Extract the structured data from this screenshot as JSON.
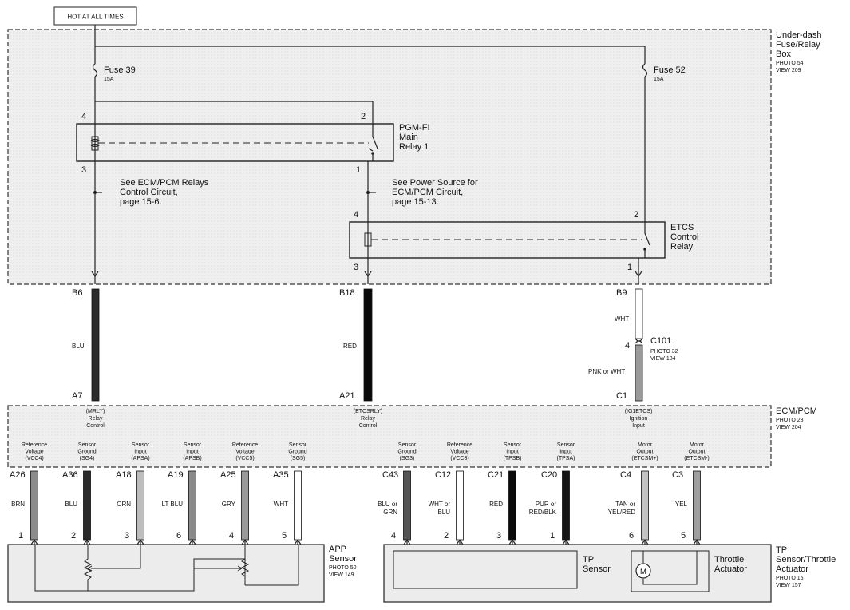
{
  "header": {
    "hot_label": "HOT AT ALL TIMES"
  },
  "fuse_box": {
    "title_lines": [
      "Under-dash",
      "Fuse/Relay",
      "Box"
    ],
    "photo": "PHOTO 54",
    "view": "VIEW 209"
  },
  "fuse39": {
    "name": "Fuse 39",
    "rating": "15A"
  },
  "fuse52": {
    "name": "Fuse 52",
    "rating": "15A"
  },
  "relay1": {
    "name_lines": [
      "PGM-FI",
      "Main",
      "Relay 1"
    ],
    "pins": {
      "top_left": "4",
      "top_right": "2",
      "bottom_left": "3",
      "bottom_right": "1"
    }
  },
  "etcs_relay": {
    "name_lines": [
      "ETCS",
      "Control",
      "Relay"
    ],
    "pins": {
      "top_left": "4",
      "top_right": "2",
      "bottom_left": "3",
      "bottom_right": "1"
    }
  },
  "notes": {
    "relays_ref": [
      "See ECM/PCM Relays",
      "Control Circuit,",
      "page 15-6."
    ],
    "power_ref": [
      "See Power Source for",
      "ECM/PCM Circuit,",
      "page 15-13."
    ]
  },
  "upper_wires": [
    {
      "top_pin": "B6",
      "color": "BLU",
      "bottom_pin": "A7",
      "fill": "#2b2b2b"
    },
    {
      "top_pin": "B18",
      "color": "RED",
      "bottom_pin": "A21",
      "fill": "#0a0a0a"
    },
    {
      "top_pin": "B9",
      "color": "WHT",
      "bottom_pin": "C1",
      "fill": "#ffffff",
      "lower_color": "PNK or WHT",
      "lower_fill": "#9a9a9a"
    }
  ],
  "c101": {
    "name": "C101",
    "pin": "4",
    "photo": "PHOTO 32",
    "view": "VIEW 184"
  },
  "ecm": {
    "title": "ECM/PCM",
    "photo": "PHOTO 28",
    "view": "VIEW 204",
    "top_labels": [
      {
        "lines": [
          "(MRLY)",
          "Relay",
          "Control"
        ]
      },
      {
        "lines": [
          "(ETCSRLY)",
          "Relay",
          "Control"
        ]
      },
      {
        "lines": [
          "(IG1ETCS)",
          "Ignition",
          "Input"
        ]
      }
    ],
    "bottom_labels": [
      {
        "lines": [
          "Reference",
          "Voltage",
          "(VCC4)"
        ]
      },
      {
        "lines": [
          "Sensor",
          "Ground",
          "(SG4)"
        ]
      },
      {
        "lines": [
          "Sensor",
          "Input",
          "(APSA)"
        ]
      },
      {
        "lines": [
          "Sensor",
          "Input",
          "(APSB)"
        ]
      },
      {
        "lines": [
          "Reference",
          "Voltage",
          "(VCC5)"
        ]
      },
      {
        "lines": [
          "Sensor",
          "Ground",
          "(SG5)"
        ]
      },
      {
        "lines": [
          "Sensor",
          "Ground",
          "(SG3)"
        ]
      },
      {
        "lines": [
          "Reference",
          "Voltage",
          "(VCC3)"
        ]
      },
      {
        "lines": [
          "Sensor",
          "Input",
          "(TPSB)"
        ]
      },
      {
        "lines": [
          "Sensor",
          "Input",
          "(TPSA)"
        ]
      },
      {
        "lines": [
          "Motor",
          "Output",
          "(ETCSM+)"
        ]
      },
      {
        "lines": [
          "Motor",
          "Output",
          "(ETCSM-)"
        ]
      }
    ]
  },
  "lower_wires": [
    {
      "ecm_pin": "A26",
      "color_lines": [
        "BRN"
      ],
      "dev_pin": "1",
      "fill": "#8c8c8c"
    },
    {
      "ecm_pin": "A36",
      "color_lines": [
        "BLU"
      ],
      "dev_pin": "2",
      "fill": "#2b2b2b"
    },
    {
      "ecm_pin": "A18",
      "color_lines": [
        "ORN"
      ],
      "dev_pin": "3",
      "fill": "#bdbdbd"
    },
    {
      "ecm_pin": "A19",
      "color_lines": [
        "LT BLU"
      ],
      "dev_pin": "6",
      "fill": "#8a8a8a"
    },
    {
      "ecm_pin": "A25",
      "color_lines": [
        "GRY"
      ],
      "dev_pin": "4",
      "fill": "#9a9a9a"
    },
    {
      "ecm_pin": "A35",
      "color_lines": [
        "WHT"
      ],
      "dev_pin": "5",
      "fill": "#ffffff"
    },
    {
      "ecm_pin": "C43",
      "color_lines": [
        "BLU or",
        "GRN"
      ],
      "dev_pin": "4",
      "fill": "#555555"
    },
    {
      "ecm_pin": "C12",
      "color_lines": [
        "WHT or",
        "BLU"
      ],
      "dev_pin": "2",
      "fill": "#ffffff"
    },
    {
      "ecm_pin": "C21",
      "color_lines": [
        "RED"
      ],
      "dev_pin": "3",
      "fill": "#0a0a0a"
    },
    {
      "ecm_pin": "C20",
      "color_lines": [
        "PUR or",
        "RED/BLK"
      ],
      "dev_pin": "1",
      "fill": "#151515"
    },
    {
      "ecm_pin": "C4",
      "color_lines": [
        "TAN or",
        "YEL/RED"
      ],
      "dev_pin": "6",
      "fill": "#c4c4c4"
    },
    {
      "ecm_pin": "C3",
      "color_lines": [
        "YEL"
      ],
      "dev_pin": "5",
      "fill": "#9e9e9e"
    }
  ],
  "app_sensor": {
    "name_lines": [
      "APP",
      "Sensor"
    ],
    "photo": "PHOTO 50",
    "view": "VIEW 149"
  },
  "tp_sensor": {
    "name_lines": [
      "TP",
      "Sensor"
    ]
  },
  "throttle_actuator": {
    "name_lines": [
      "Throttle",
      "Actuator"
    ],
    "motor_label": "M"
  },
  "tp_assembly": {
    "title_lines": [
      "TP",
      "Sensor/Throttle",
      "Actuator"
    ],
    "photo": "PHOTO 15",
    "view": "VIEW 157"
  }
}
